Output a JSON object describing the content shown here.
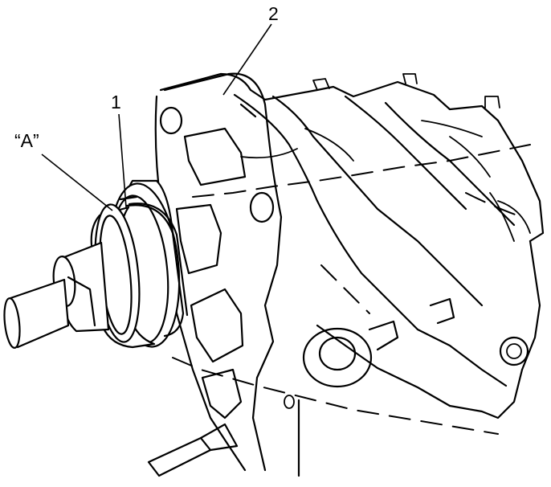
{
  "callouts": {
    "a": "“A”",
    "one": "1",
    "two": "2"
  }
}
